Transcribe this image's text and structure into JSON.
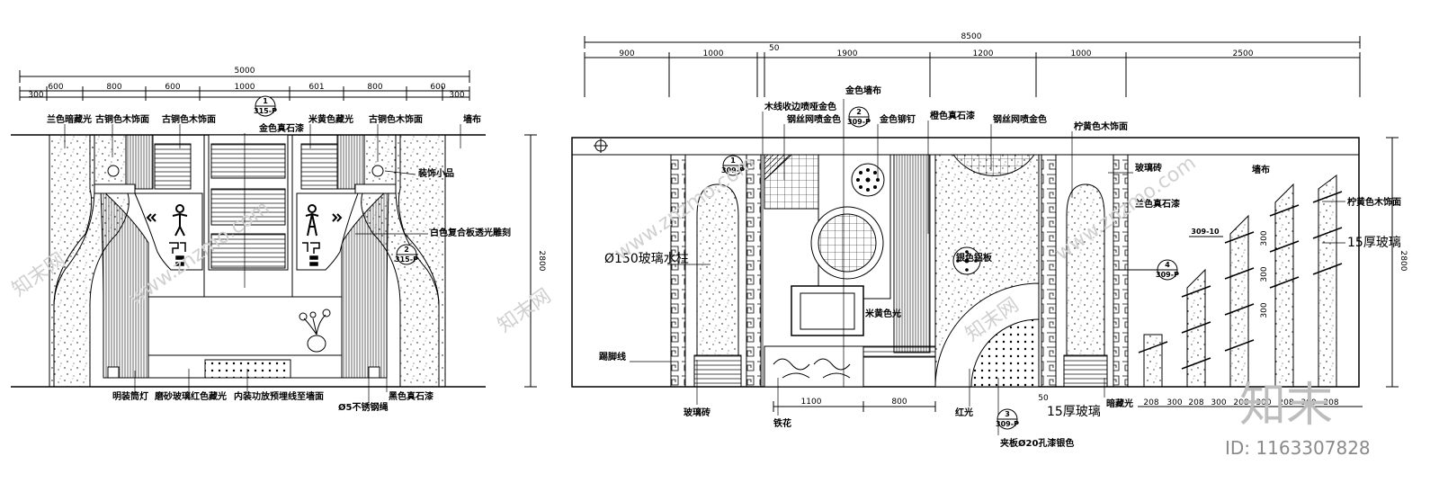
{
  "left_elevation": {
    "total_dim": "5000",
    "height_dim": "2800",
    "segment_dims": [
      "600",
      "800",
      "600",
      "1000",
      "601",
      "800",
      "600"
    ],
    "edge_dims": [
      "300",
      "300"
    ],
    "labels": {
      "blue_hidden_light": "兰色暗藏光",
      "ancient_copper_wood_1": "古铜色木饰面",
      "ancient_copper_wood_2": "古铜色木饰面",
      "gold_marble": "金色真石漆",
      "beige_hidden_light": "米黄色藏光",
      "ancient_copper_wood_3": "古铜色木饰面",
      "wall_cloth": "墙布",
      "decor_item": "装饰小品",
      "white_composite": "白色复合板透光雕刻",
      "wall_lamp": "明装筒灯",
      "frosted_glass": "磨砂玻璃红色藏光",
      "embedded_power": "内装功放预埋线至墙面",
      "black_marble": "黑色真石漆",
      "steel_rope": "Ø5不锈钢绳"
    },
    "tags": [
      {
        "num": "1",
        "ref": "315-P"
      },
      {
        "num": "2",
        "ref": "315-P"
      }
    ]
  },
  "right_elevation": {
    "total_dim": "8500",
    "height_dim": "2800",
    "top_dims": [
      "900",
      "1000",
      "1900",
      "1200",
      "1000",
      "2500"
    ],
    "small_dim": "50",
    "bottom_dims": [
      "1100",
      "800",
      "50"
    ],
    "bottom_small_dims": [
      "208",
      "300",
      "208",
      "300",
      "208",
      "300",
      "208",
      "300",
      "208"
    ],
    "right_side_dims": [
      "300",
      "300",
      "300"
    ],
    "labels": {
      "gold_wall_cloth": "金色墙布",
      "wood_edge": "木线收边喷哑金色",
      "wire_mesh_gold": "钢丝网喷金色",
      "gold_rivet": "金色铆钉",
      "orange_marble": "橙色真石漆",
      "wire_mesh_gold_2": "钢丝网喷金色",
      "lemon_wood": "柠黄色木饰面",
      "glass_brick_top": "玻璃砖",
      "wall_cloth": "墙布",
      "blue_marble": "兰色真石漆",
      "lemon_wood_2": "柠黄色木饰面",
      "glass_15": "15厚玻璃",
      "glass_column": "Ø150玻璃水柱",
      "silver_aluminum": "银色铝板",
      "beige_light": "米黄色光",
      "skirting": "踢脚线",
      "glass_brick": "玻璃砖",
      "iron_flower": "铁花",
      "red_light": "红光",
      "glass_15_bottom": "15厚玻璃",
      "hidden_light": "暗藏光",
      "plywood": "夹板Ø20孔漆银色"
    },
    "tags": [
      {
        "num": "1",
        "ref": "309-P"
      },
      {
        "num": "2",
        "ref": "309-P"
      },
      {
        "num": "3",
        "ref": "309-P"
      },
      {
        "num": "4",
        "ref": "309-P"
      },
      {
        "num": "",
        "ref": "309-10"
      }
    ]
  },
  "watermark": {
    "site": "www.znzmo.com",
    "brand": "知末网",
    "logo_text": "知末",
    "id_text": "ID: 1163307828"
  }
}
